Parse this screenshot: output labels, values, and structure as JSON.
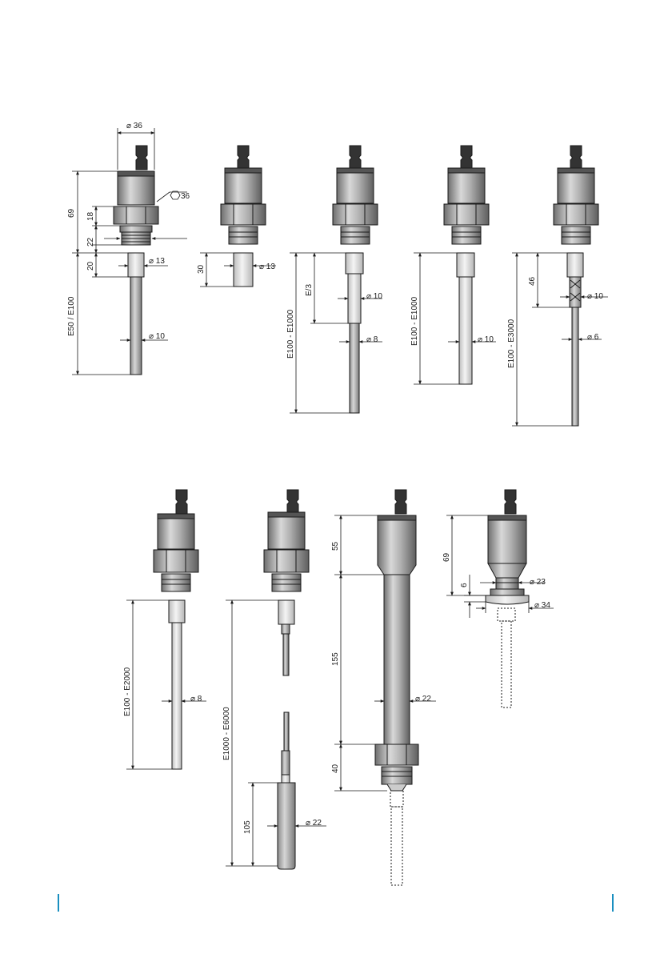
{
  "colors": {
    "accent": "#1a8fc0",
    "line": "#1a1a1a",
    "metal": "#9c9c9c",
    "cap": "#333333"
  },
  "probe1": {
    "dia_top": "⌀ 36",
    "hex": "36",
    "h_total": "69",
    "h_hex": "18",
    "h_thread": "22",
    "h_stem": "20",
    "dia_stem": "⌀ 13",
    "length": "E50 / E100",
    "dia_rod": "⌀ 10"
  },
  "probe2": {
    "h_stub": "30",
    "dia_stub": "⌀ 13"
  },
  "probe3": {
    "length": "E100 - E1000",
    "third": "E/3",
    "dia_upper": "⌀ 10",
    "dia_lower": "⌀ 8"
  },
  "probe4": {
    "length": "E100 - E1000",
    "dia_rod": "⌀ 10"
  },
  "probe5": {
    "length": "E100 - E3000",
    "h_sleeve": "46",
    "dia_sleeve": "⌀ 10",
    "dia_rod": "⌀ 6"
  },
  "probe6": {
    "length": "E100 - E2000",
    "dia_rod": "⌀ 8"
  },
  "probe7": {
    "length": "E1000 - E6000",
    "h_weight": "105",
    "dia_weight": "⌀ 22"
  },
  "probe8": {
    "h_head": "55",
    "h_tube": "155",
    "h_nut": "40",
    "dia_tube": "⌀ 22"
  },
  "probe9": {
    "h_total": "69",
    "h_flange": "6",
    "dia_inner": "⌀ 23",
    "dia_outer": "⌀ 34"
  }
}
